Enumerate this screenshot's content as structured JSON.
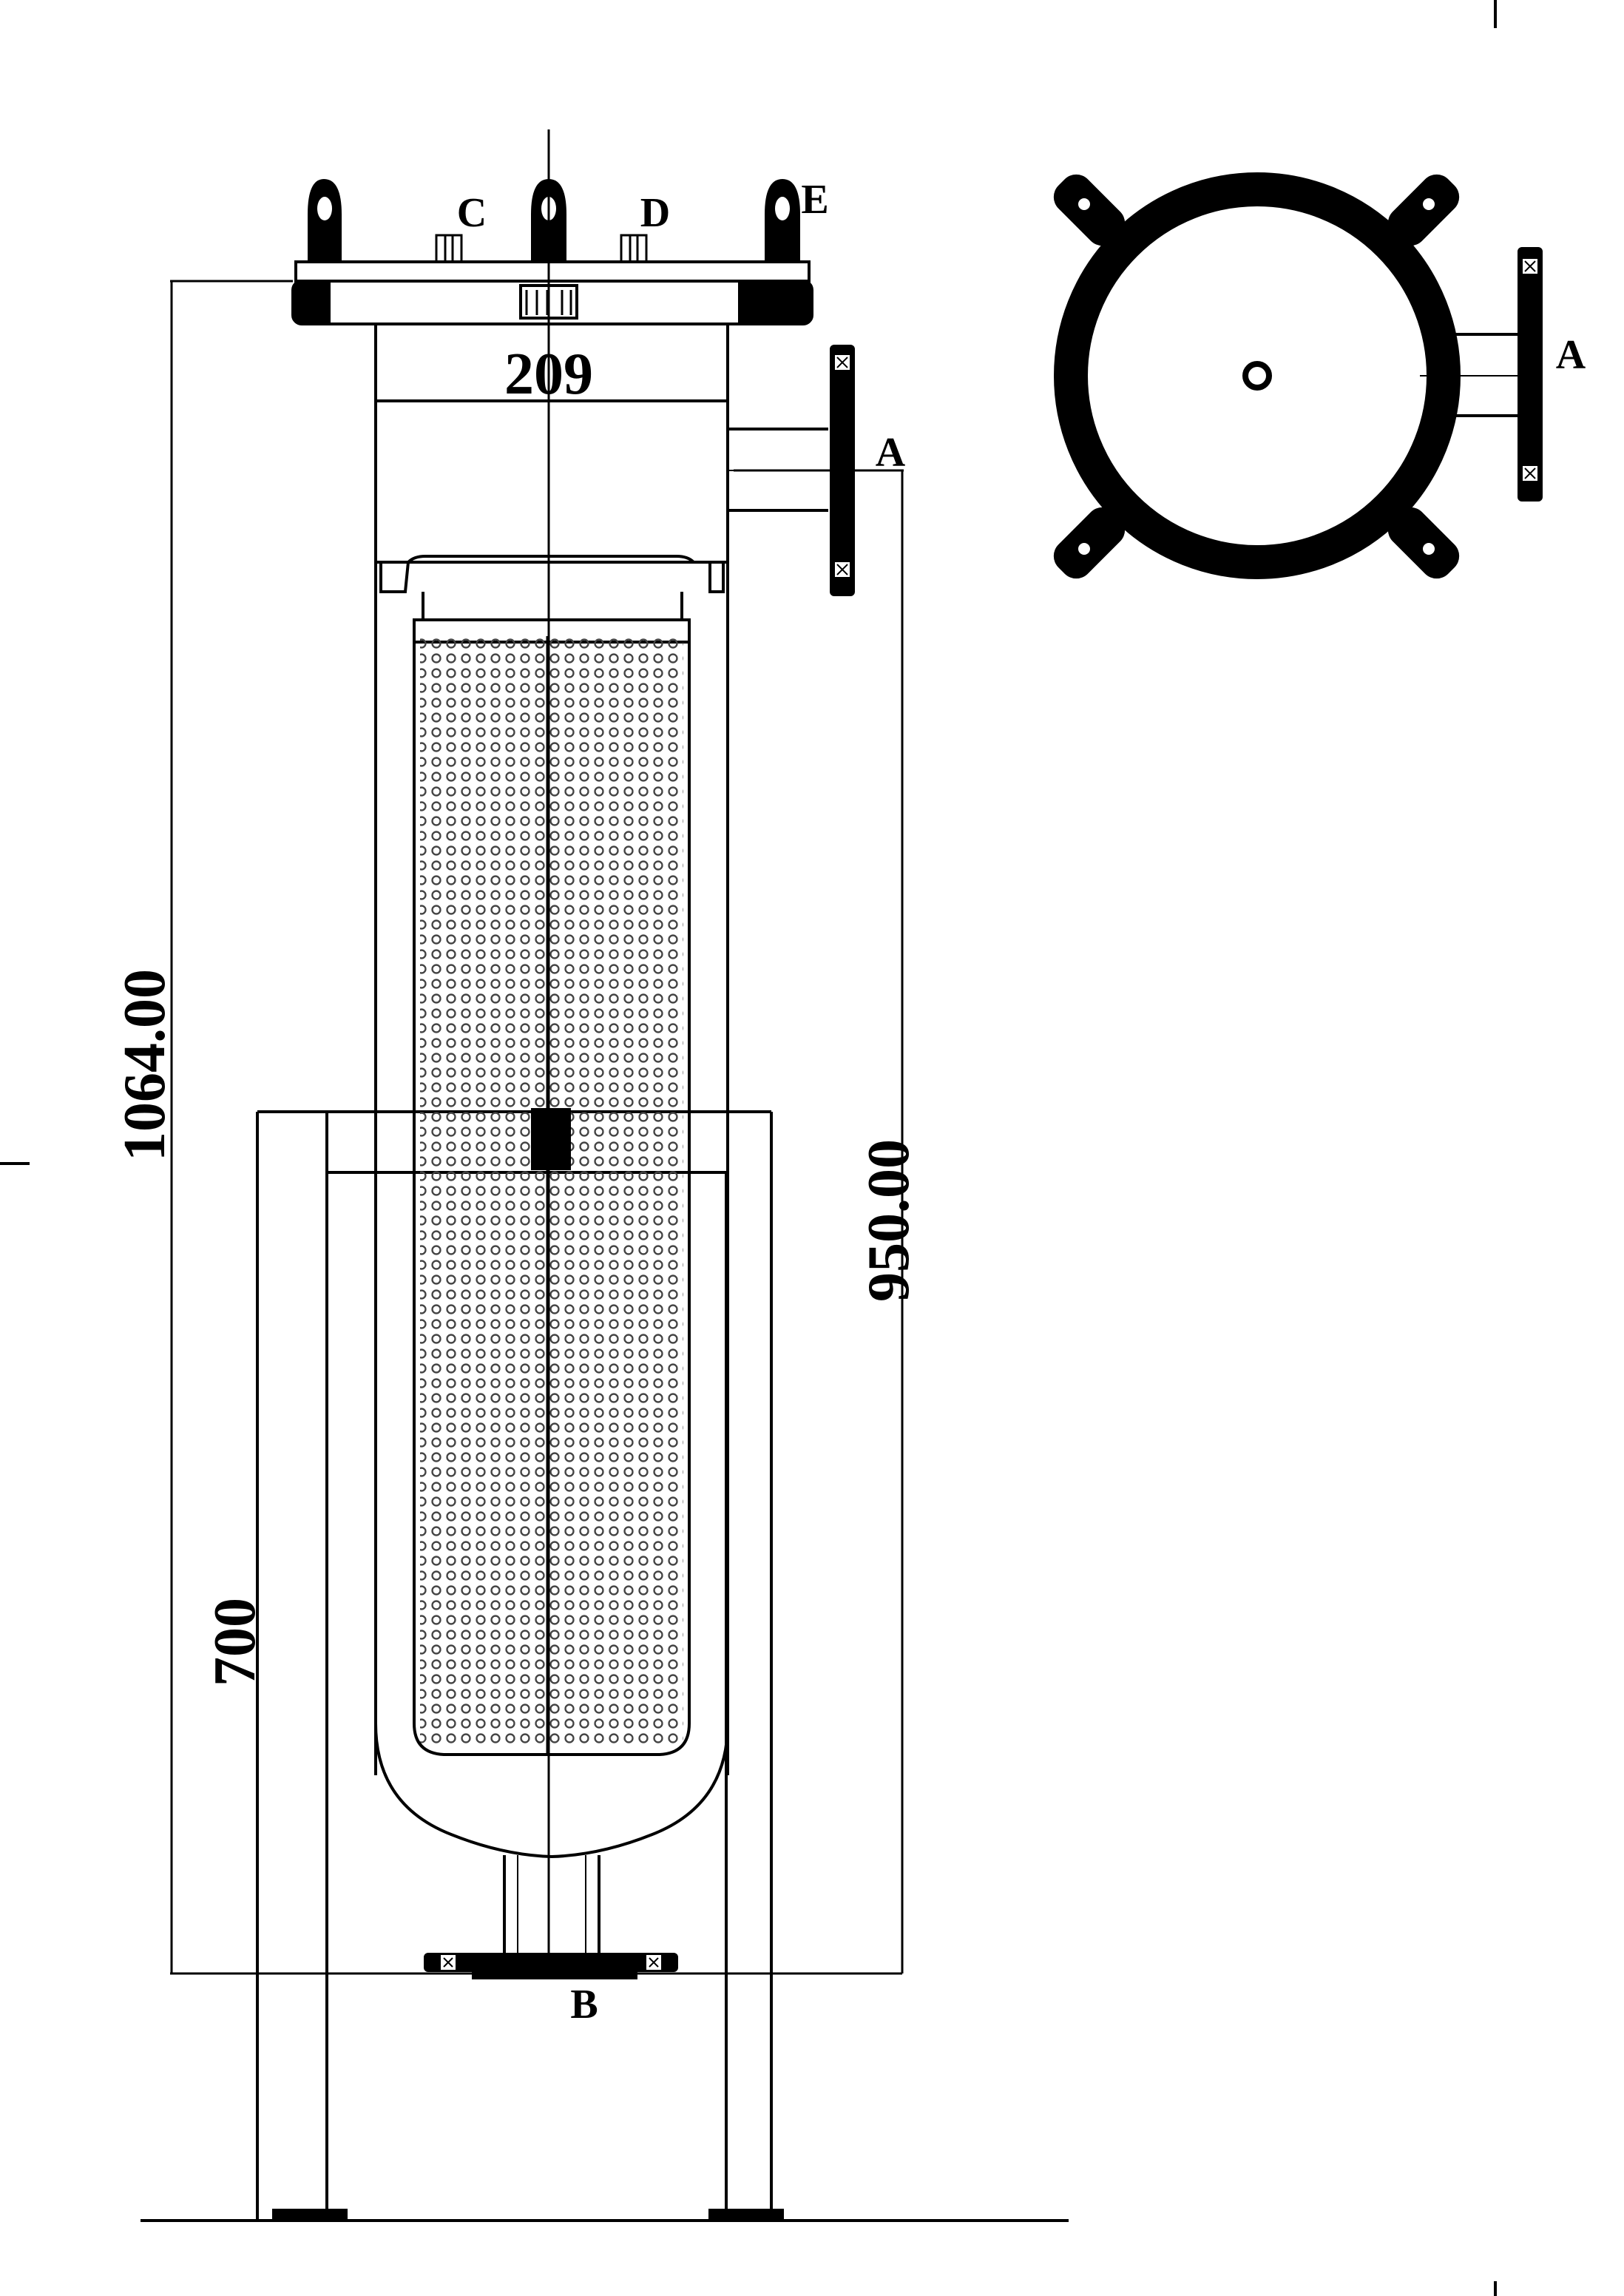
{
  "labels": {
    "inlet": "A",
    "outlet": "B",
    "port_c": "C",
    "port_d": "D",
    "port_e": "E",
    "top_view_inlet": "A"
  },
  "dimensions": {
    "diameter": "209",
    "overall_height": "1064.00",
    "outlet_height": "950.00",
    "leg_height": "700"
  },
  "colors": {
    "line": "#000000",
    "background": "#ffffff",
    "mesh": "#555555"
  }
}
